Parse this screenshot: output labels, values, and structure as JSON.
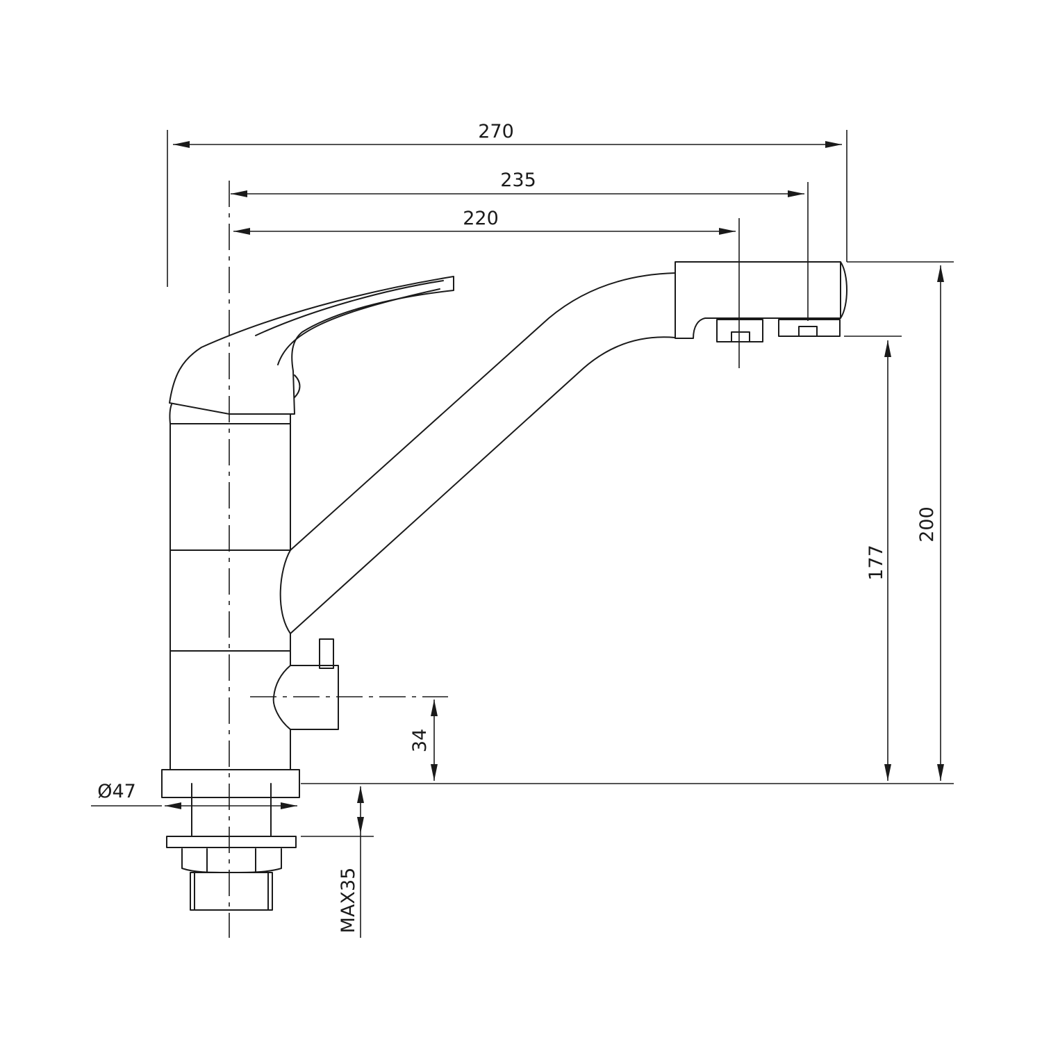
{
  "dimensions": {
    "overall_length": "270",
    "outlet_one_reach": "235",
    "outlet_two_reach": "220",
    "total_height": "200",
    "spout_height": "177",
    "side_outlet_height": "34",
    "base_diameter": "Ø47",
    "max_countertop": "MAX35"
  },
  "colors": {
    "line": "#1a1a1a",
    "background": "#ffffff"
  }
}
